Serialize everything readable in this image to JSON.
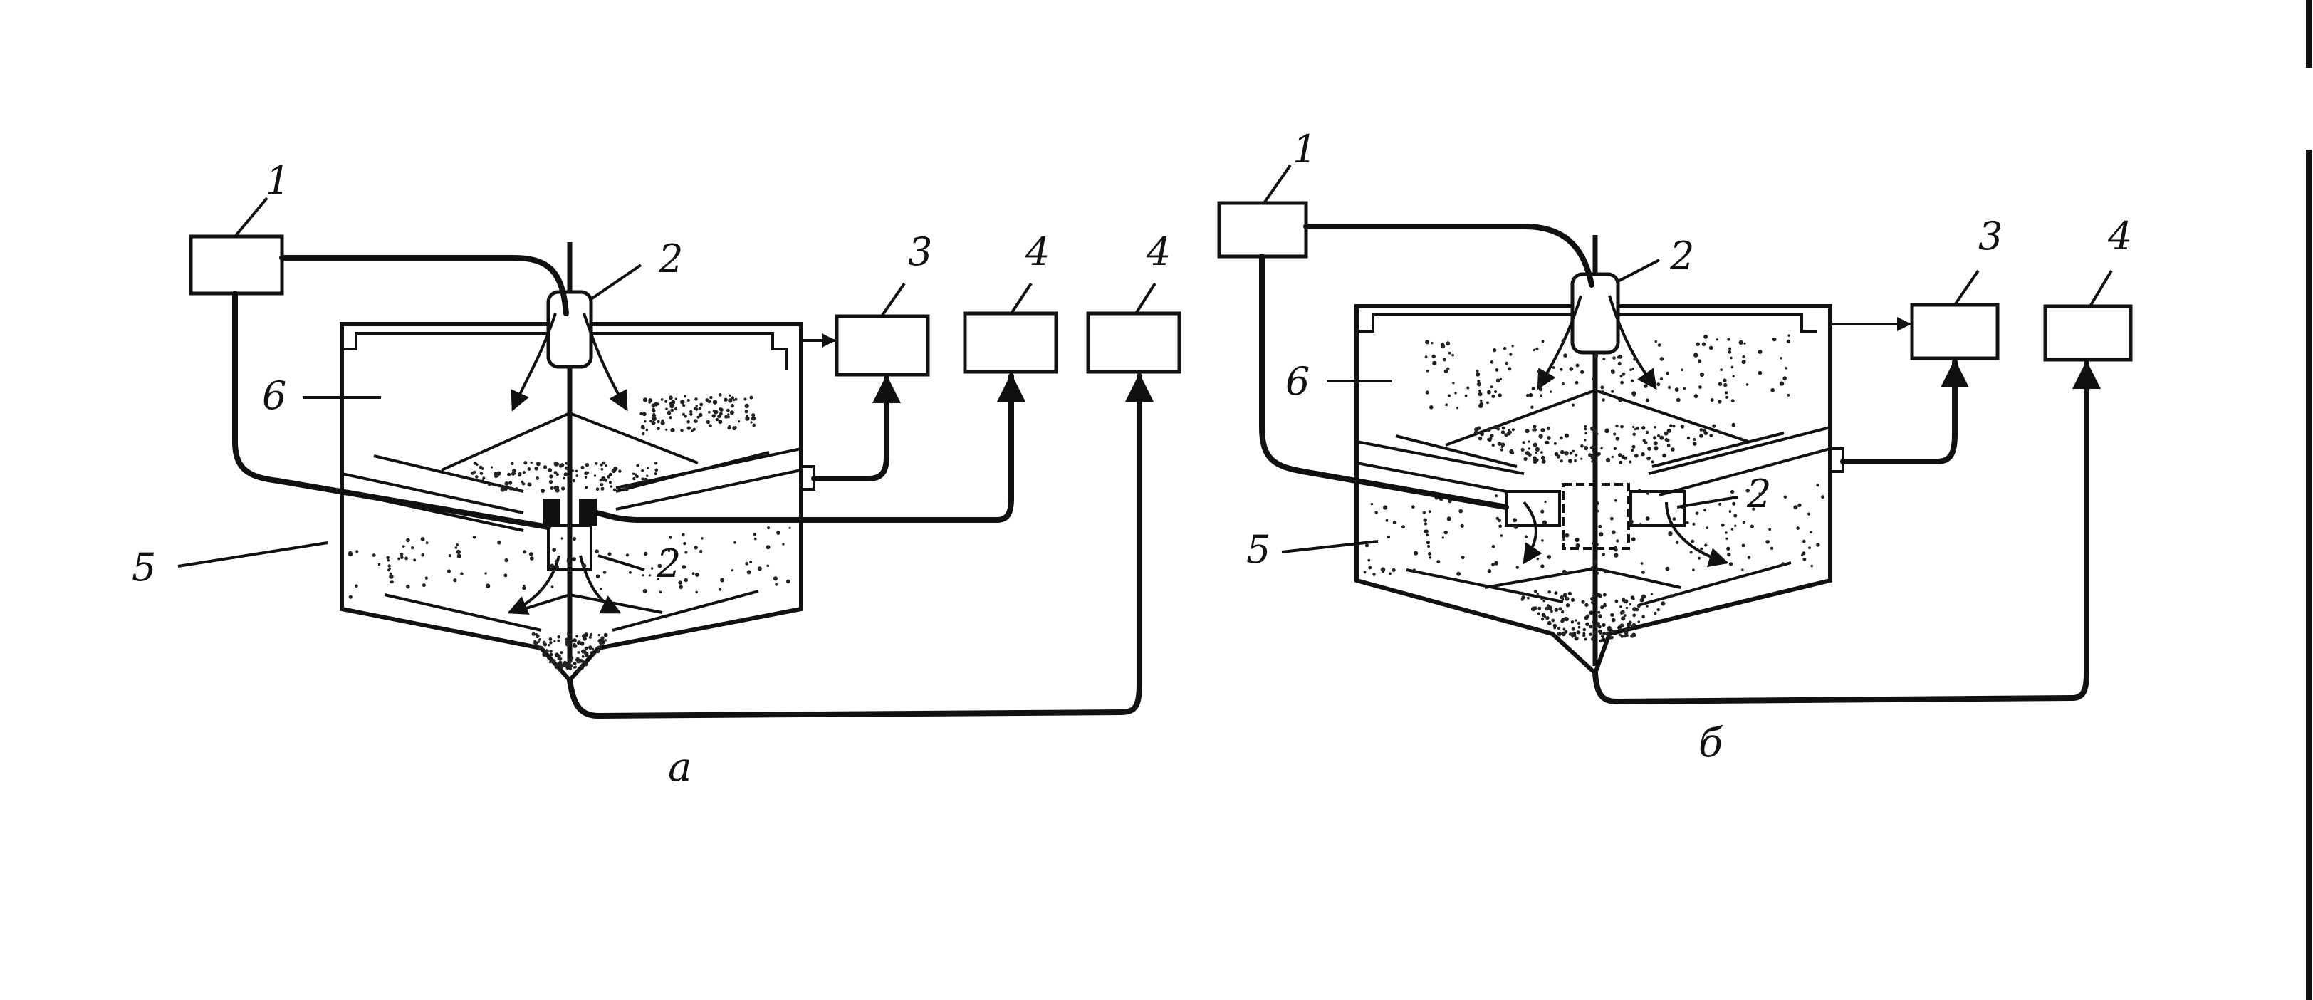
{
  "colors": {
    "ink": "#111111",
    "paper": "#ffffff"
  },
  "diagram_a": {
    "caption": "а",
    "labels": {
      "l1": "1",
      "l2_top": "2",
      "l2_mid": "2",
      "l3": "3",
      "l4a": "4",
      "l4b": "4",
      "l5": "5",
      "l6": "6"
    }
  },
  "diagram_b": {
    "caption": "б",
    "labels": {
      "l1": "1",
      "l2_top": "2",
      "l2_mid": "2",
      "l3": "3",
      "l4": "4",
      "l5": "5",
      "l6": "6"
    }
  }
}
